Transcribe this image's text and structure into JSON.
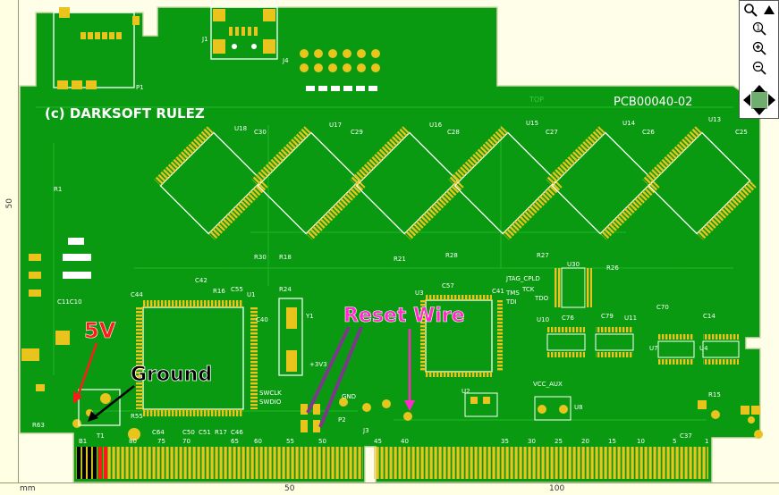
{
  "board": {
    "copyright": "(c) DARKSOFT RULEZ",
    "part_number": "PCB00040-02",
    "top_label": "TOP",
    "colors": {
      "background": "#ffffe9",
      "board": "#0a9a12",
      "board_light": "#18b21e",
      "pad": "#e8c41c",
      "silk": "#ffffff",
      "annot_red": "#ff1a1a",
      "annot_magenta": "#ff2ac8",
      "annot_purple": "#7a3a88",
      "annot_black": "#000000"
    }
  },
  "chips": [
    {
      "ref": "U18",
      "cap": "C30"
    },
    {
      "ref": "U17",
      "cap": "C29"
    },
    {
      "ref": "U16",
      "cap": "C28"
    },
    {
      "ref": "U15",
      "cap": "C27"
    },
    {
      "ref": "U14",
      "cap": "C26"
    },
    {
      "ref": "U13",
      "cap": "C25"
    }
  ],
  "labels": {
    "p1": "P1",
    "j1": "J1",
    "j4": "J4",
    "u1": "U1",
    "u3": "U3",
    "y1": "Y1",
    "p2": "P2",
    "j3": "J3",
    "u30": "U30",
    "u10": "U10",
    "u11": "U11",
    "u7": "U7",
    "u4": "U4",
    "u8": "U8",
    "u2": "U2",
    "c44": "C44",
    "c42": "C42",
    "c55": "C55",
    "c40": "C40",
    "r24": "R24",
    "r16": "R16",
    "c57": "C57",
    "c41": "C41",
    "c76": "C76",
    "c79": "C79",
    "c70": "C70",
    "c14": "C14",
    "r30": "R30",
    "r18": "R18",
    "r21": "R21",
    "r28": "R28",
    "r27": "R27",
    "r26": "R26",
    "r1": "R1",
    "r15": "R15",
    "c37": "C37",
    "r55": "R55",
    "r63": "R63",
    "c64": "C64",
    "c50": "C50",
    "c51": "C51",
    "r17": "R17",
    "c46": "C46",
    "c11c10": "C11C10",
    "plus3v3": "+3V3",
    "swclk": "SWCLK",
    "swdio": "SWDIO",
    "gnd": "GND",
    "jtag": "JTAG_CPLD",
    "tms": "TMS",
    "tck": "TCK",
    "tdi": "TDI",
    "tdo": "TDO",
    "vcc_aux": "VCC_AUX",
    "t1": "T1"
  },
  "edge_numbers": [
    "B1",
    "80",
    "75",
    "70",
    "65",
    "60",
    "55",
    "50",
    "45",
    "40",
    "35",
    "30",
    "25",
    "20",
    "15",
    "10",
    "5",
    "1"
  ],
  "annotations": {
    "five_v": "5V",
    "ground": "Ground",
    "reset_wire": "Reset Wire"
  },
  "ruler": {
    "unit": "mm",
    "bottom_marks": [
      "50",
      "100"
    ],
    "left_marks": [
      "50"
    ]
  },
  "nav": {
    "search_icon": "magnifier-icon",
    "collapse_icon": "triangle-up-icon",
    "zoom_fit_icon": "zoom-one-icon",
    "zoom_in_icon": "zoom-in-icon",
    "zoom_out_icon": "zoom-out-icon",
    "pan_icon": "pan-arrows-icon"
  }
}
